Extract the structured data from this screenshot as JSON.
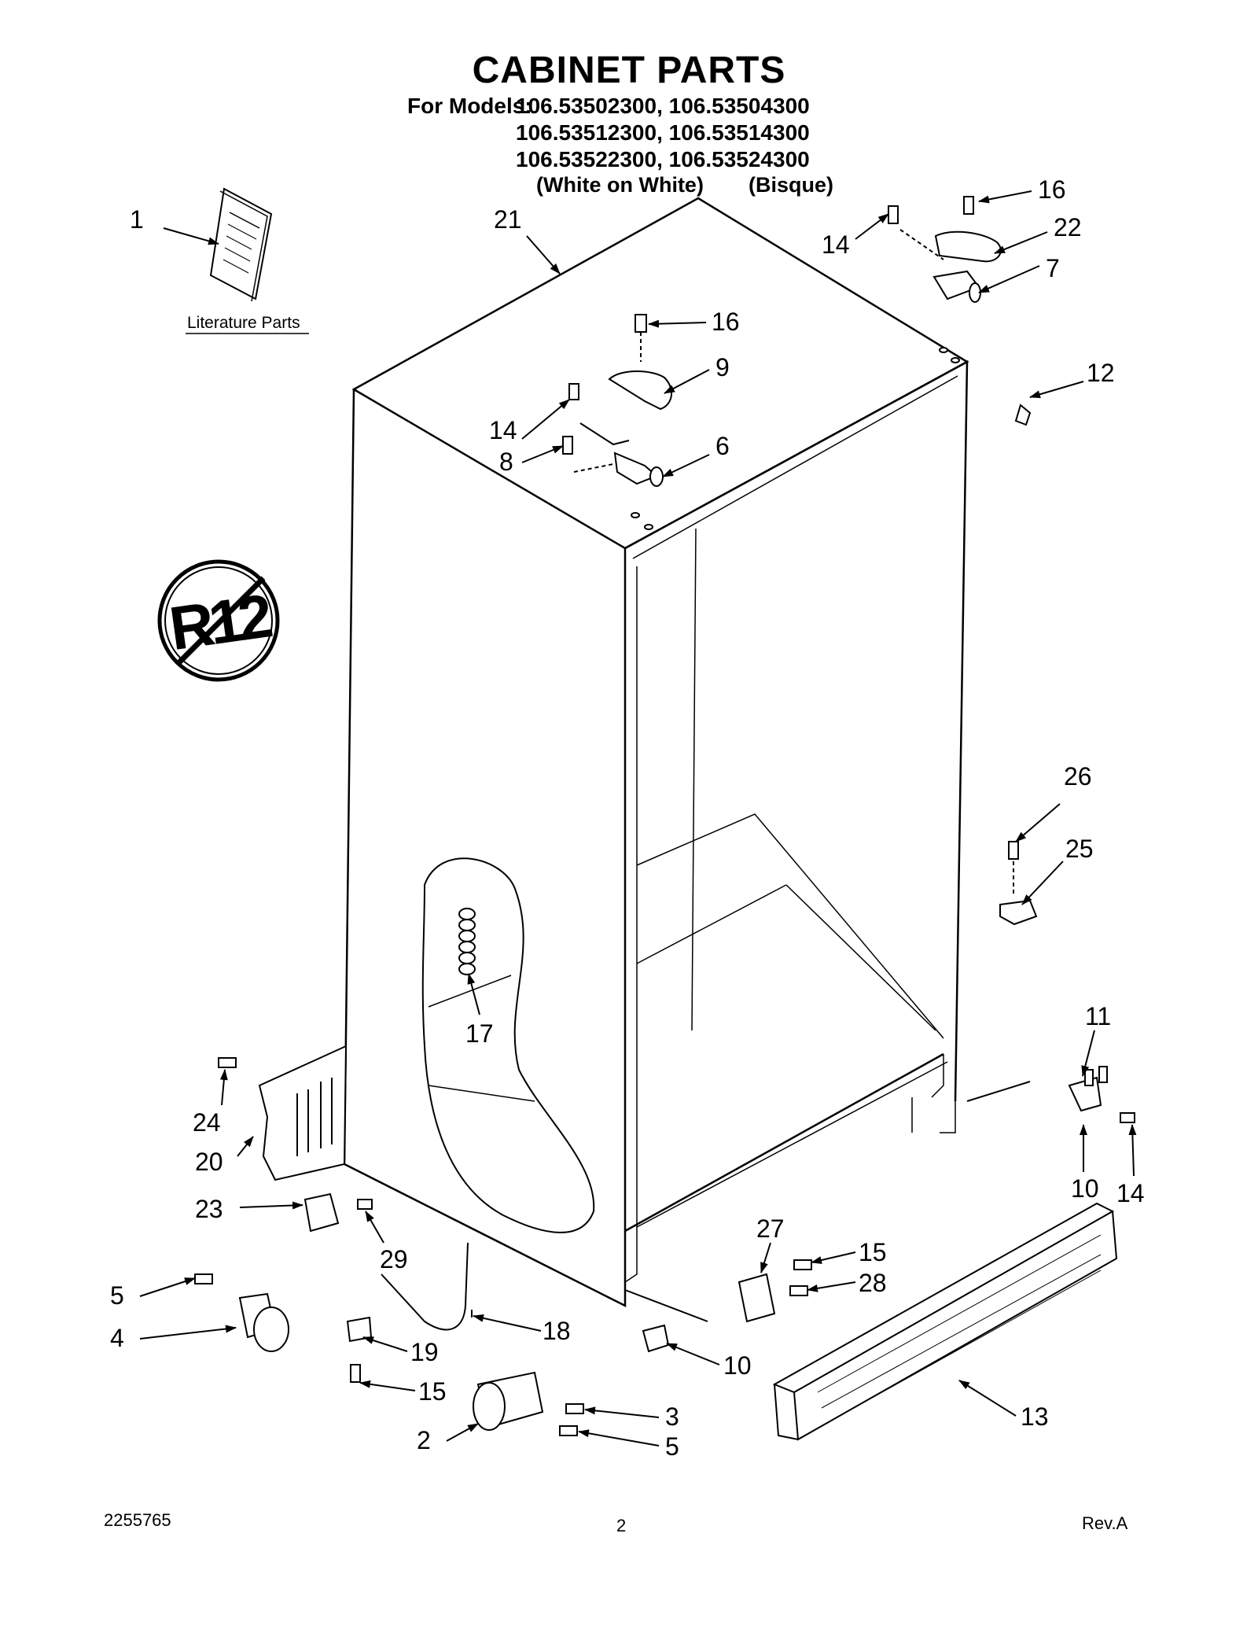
{
  "title": "CABINET PARTS",
  "models": {
    "prefix": "For Models:",
    "rows": [
      "106.53502300, 106.53504300",
      "106.53512300, 106.53514300",
      "106.53522300, 106.53524300"
    ],
    "variant_left": "(White on White)",
    "variant_right": "(Bisque)"
  },
  "literature_label": "Literature Parts",
  "r12_symbol": "R12",
  "callouts": {
    "c1": "1",
    "c21": "21",
    "c16a": "16",
    "c14a": "14",
    "c22": "22",
    "c7": "7",
    "c16b": "16",
    "c9": "9",
    "c14b": "14",
    "c8": "8",
    "c6": "6",
    "c12": "12",
    "c26": "26",
    "c25": "25",
    "c11": "11",
    "c17": "17",
    "c24": "24",
    "c20": "20",
    "c23": "23",
    "c29": "29",
    "c10a": "10",
    "c14c": "14",
    "c27": "27",
    "c15a": "15",
    "c28": "28",
    "c5a": "5",
    "c4": "4",
    "c18": "18",
    "c19": "19",
    "c15b": "15",
    "c10b": "10",
    "c13": "13",
    "c3": "3",
    "c2": "2",
    "c5b": "5"
  },
  "footer": {
    "doc_number": "2255765",
    "page": "2",
    "revision": "Rev.A"
  }
}
